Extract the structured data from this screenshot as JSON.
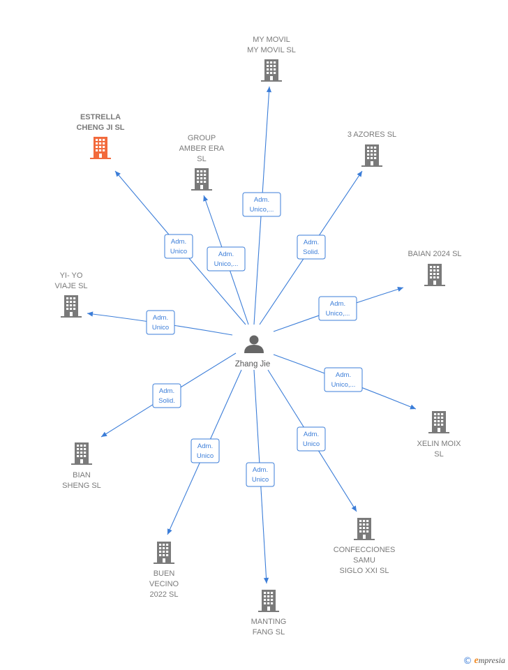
{
  "center": {
    "name": "Zhang Jie",
    "icon": "person-icon",
    "color": "#666666"
  },
  "colors": {
    "edge": "#3b7dd8",
    "building": "#7a7a7a",
    "highlight": "#f26a3c"
  },
  "nodes": [
    {
      "id": "my-movil",
      "lines": [
        "MY MOVIL",
        "MY MOVIL  SL"
      ],
      "role": [
        "Adm.",
        "Unico,..."
      ],
      "highlight": false
    },
    {
      "id": "estrella",
      "lines": [
        "ESTRELLA",
        "CHENG JI  SL"
      ],
      "role": [
        "Adm.",
        "Unico"
      ],
      "highlight": true
    },
    {
      "id": "group-amber",
      "lines": [
        "GROUP",
        "AMBER ERA",
        "SL"
      ],
      "role": [
        "Adm.",
        "Unico,..."
      ],
      "highlight": false
    },
    {
      "id": "azores",
      "lines": [
        "3 AZORES  SL"
      ],
      "role": [
        "Adm.",
        "Solid."
      ],
      "highlight": false
    },
    {
      "id": "baian",
      "lines": [
        "BAIAN 2024  SL"
      ],
      "role": [
        "Adm.",
        "Unico,..."
      ],
      "highlight": false
    },
    {
      "id": "yi-yo",
      "lines": [
        "YI- YO",
        "VIAJE  SL"
      ],
      "role": [
        "Adm.",
        "Unico"
      ],
      "highlight": false
    },
    {
      "id": "xelin",
      "lines": [
        "XELIN MOIX",
        "SL"
      ],
      "role": [
        "Adm.",
        "Unico,..."
      ],
      "highlight": false
    },
    {
      "id": "bian",
      "lines": [
        "BIAN",
        "SHENG SL"
      ],
      "role": [
        "Adm.",
        "Solid."
      ],
      "highlight": false
    },
    {
      "id": "buen",
      "lines": [
        "BUEN",
        "VECINO",
        "2022  SL"
      ],
      "role": [
        "Adm.",
        "Unico"
      ],
      "highlight": false
    },
    {
      "id": "manting",
      "lines": [
        "MANTING",
        "FANG  SL"
      ],
      "role": [
        "Adm.",
        "Unico"
      ],
      "highlight": false
    },
    {
      "id": "confecciones",
      "lines": [
        "CONFECCIONES",
        "SAMU",
        "SIGLO XXI  SL"
      ],
      "role": [
        "Adm.",
        "Unico"
      ],
      "highlight": false
    }
  ],
  "watermark": {
    "copyright": "©",
    "brand_e": "e",
    "brand_rest": "mpresia"
  }
}
